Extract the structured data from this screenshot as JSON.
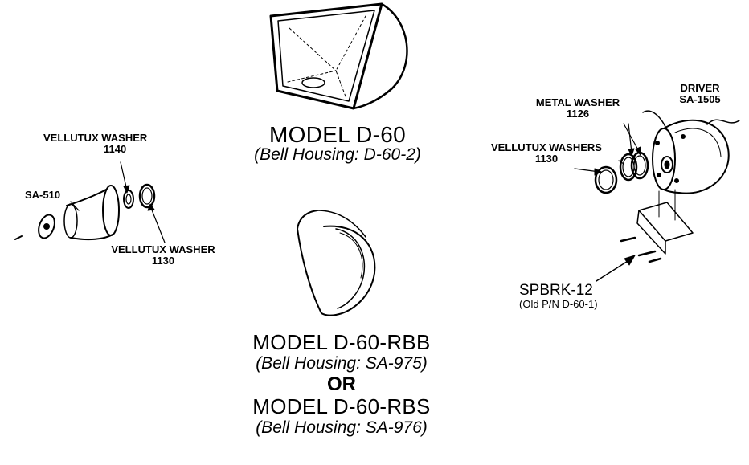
{
  "labels": {
    "vellutux_washer_top": "VELLUTUX WASHER",
    "part_1140": "1140",
    "sa_510": "SA-510",
    "vellutux_washer_bottom": "VELLUTUX WASHER",
    "part_1130_left": "1130",
    "model_d60": "MODEL D-60",
    "bell_d60": "(Bell Housing: D-60-2)",
    "model_d60_rbb": "MODEL D-60-RBB",
    "bell_rbb": "(Bell Housing: SA-975)",
    "or": "OR",
    "model_d60_rbs": "MODEL D-60-RBS",
    "bell_rbs": "(Bell Housing: SA-976)",
    "metal_washer": "METAL WASHER",
    "part_1126": "1126",
    "driver": "DRIVER",
    "sa_1505": "SA-1505",
    "vellutux_washers": "VELLUTUX WASHERS",
    "part_1130_right": "1130",
    "spbrk": "SPBRK-12",
    "old_pn": "(Old P/N D-60-1)"
  }
}
